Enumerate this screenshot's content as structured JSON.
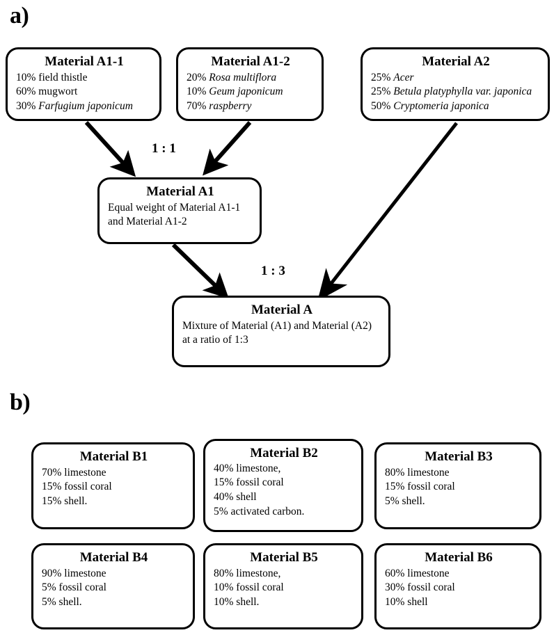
{
  "panels": {
    "a": {
      "label": "a)"
    },
    "b": {
      "label": "b)"
    }
  },
  "panel_a": {
    "boxes": [
      {
        "id": "a1-1",
        "title": "Material A1-1",
        "lines": [
          {
            "pct": "10%",
            "name": "field thistle",
            "italic": false
          },
          {
            "pct": "60%",
            "name": "mugwort",
            "italic": false
          },
          {
            "pct": "30%",
            "name": "Farfugium japonicum",
            "italic": true
          }
        ]
      },
      {
        "id": "a1-2",
        "title": "Material A1-2",
        "lines": [
          {
            "pct": "20%",
            "name": "Rosa multiflora",
            "italic": true
          },
          {
            "pct": "10%",
            "name": "Geum japonicum",
            "italic": true
          },
          {
            "pct": "70%",
            "name": "raspberry",
            "italic": true
          }
        ]
      },
      {
        "id": "a2",
        "title": "Material A2",
        "lines": [
          {
            "pct": "25%",
            "name": "Acer",
            "italic": true
          },
          {
            "pct": "25%",
            "name": "Betula platyphylla var. japonica",
            "italic": true
          },
          {
            "pct": "50%",
            "name": "Cryptomeria japonica",
            "italic": true
          }
        ]
      }
    ],
    "intermediate": {
      "id": "a1",
      "title": "Material A1",
      "lines": [
        "Equal weight of  Material A1-1",
        "and Material A1-2"
      ]
    },
    "final": {
      "id": "a",
      "title": "Material A",
      "lines": [
        "Mixture of Material (A1) and Material (A2)",
        "at a ratio of 1:3"
      ]
    },
    "ratios": [
      {
        "id": "ratio-1-1",
        "text": "1 : 1"
      },
      {
        "id": "ratio-1-3",
        "text": "1 : 3"
      }
    ]
  },
  "panel_b": {
    "boxes": [
      {
        "id": "b1",
        "title": "Material B1",
        "lines": [
          "70% limestone",
          "15% fossil coral",
          "15% shell."
        ]
      },
      {
        "id": "b2",
        "title": "Material B2",
        "lines": [
          "40% limestone,",
          "15% fossil coral",
          "40% shell",
          "5% activated carbon."
        ]
      },
      {
        "id": "b3",
        "title": "Material B3",
        "lines": [
          "80% limestone",
          "15% fossil coral",
          "5% shell."
        ]
      },
      {
        "id": "b4",
        "title": "Material B4",
        "lines": [
          "90% limestone",
          "5% fossil coral",
          "5% shell."
        ]
      },
      {
        "id": "b5",
        "title": "Material B5",
        "lines": [
          "80% limestone,",
          "10% fossil coral",
          "10% shell."
        ]
      },
      {
        "id": "b6",
        "title": "Material B6",
        "lines": [
          "60% limestone",
          "30% fossil coral",
          "10% shell"
        ]
      }
    ]
  },
  "colors": {
    "stroke": "#000000",
    "background": "#ffffff",
    "text": "#000000"
  }
}
